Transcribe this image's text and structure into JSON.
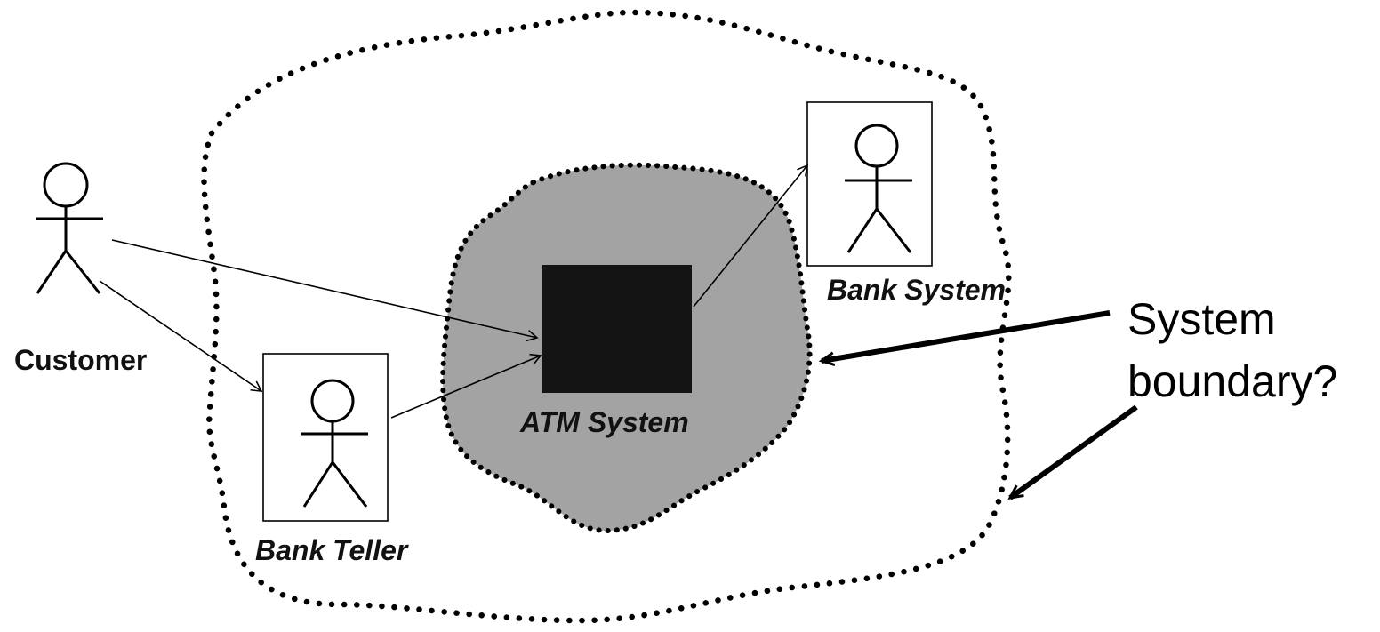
{
  "colors": {
    "cloud_fill": "#a3a3a3",
    "atm_box": "#141414",
    "stroke": "#000000",
    "background": "#ffffff"
  },
  "actors": {
    "customer": {
      "label": "Customer",
      "icon": "stick-figure-icon"
    },
    "bank_teller": {
      "label": "Bank Teller",
      "icon": "stick-figure-icon"
    },
    "bank_system": {
      "label": "Bank System",
      "icon": "stick-figure-icon"
    }
  },
  "system": {
    "label": "ATM System"
  },
  "annotation": {
    "line1": "System",
    "line2": "boundary?"
  }
}
